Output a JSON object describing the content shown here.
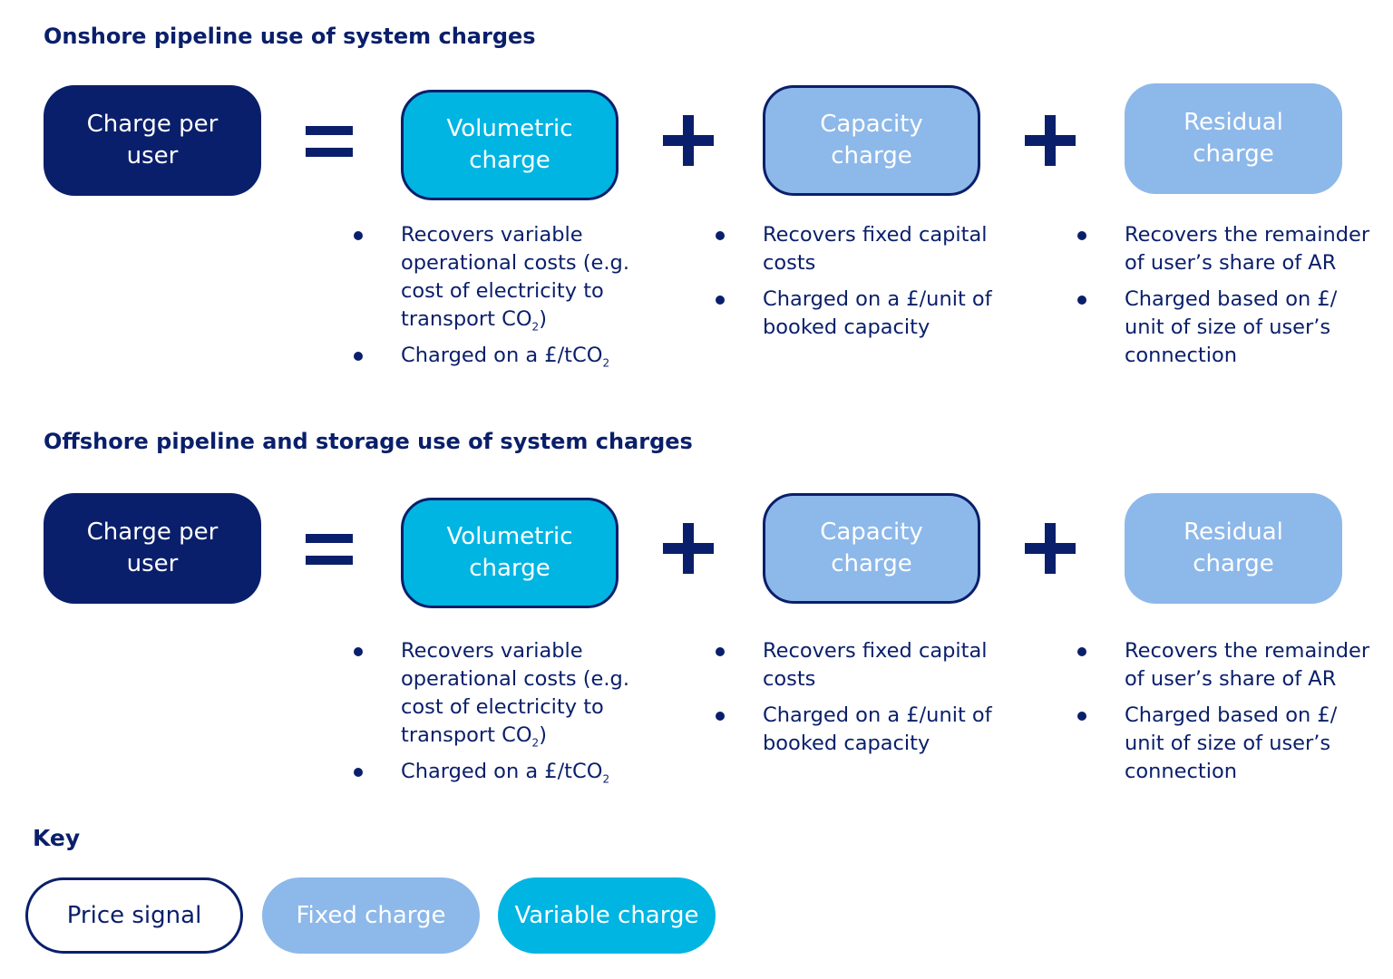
{
  "sections": [
    {
      "title": "Onshore pipeline use of system charges",
      "total_label": "Charge per user",
      "components": [
        {
          "label": "Volumetric charge",
          "bullets": [
            {
              "text": "Recovers variable operational costs (e.g. cost of electricity to transport CO",
              "sub": "2",
              "after": ")"
            },
            {
              "text": "Charged on a £/tCO",
              "sub": "2",
              "after": ""
            }
          ]
        },
        {
          "label": "Capacity charge",
          "bullets": [
            {
              "text": "Recovers fixed capital costs",
              "sub": "",
              "after": ""
            },
            {
              "text": "Charged on a £/unit of booked capacity",
              "sub": "",
              "after": ""
            }
          ]
        },
        {
          "label": "Residual charge",
          "bullets": [
            {
              "text": "Recovers the remainder of user’s share of AR",
              "sub": "",
              "after": ""
            },
            {
              "text": "Charged based on £/ unit of size of user’s connection",
              "sub": "",
              "after": ""
            }
          ]
        }
      ]
    },
    {
      "title": "Offshore pipeline and storage use of system charges",
      "total_label": "Charge per user",
      "components": [
        {
          "label": "Volumetric charge",
          "bullets": [
            {
              "text": "Recovers variable operational costs (e.g. cost of electricity to transport CO",
              "sub": "2",
              "after": ")"
            },
            {
              "text": "Charged on a £/tCO",
              "sub": "2",
              "after": ""
            }
          ]
        },
        {
          "label": "Capacity charge",
          "bullets": [
            {
              "text": "Recovers fixed capital costs",
              "sub": "",
              "after": ""
            },
            {
              "text": "Charged on a £/unit of booked capacity",
              "sub": "",
              "after": ""
            }
          ]
        },
        {
          "label": "Residual charge",
          "bullets": [
            {
              "text": "Recovers the remainder of user’s share of AR",
              "sub": "",
              "after": ""
            },
            {
              "text": "Charged based on £/ unit of size of user’s connection",
              "sub": "",
              "after": ""
            }
          ]
        }
      ]
    }
  ],
  "key": {
    "title": "Key",
    "items": [
      "Price signal",
      "Fixed charge",
      "Variable charge"
    ]
  },
  "colors": {
    "navy": "#0a1f6b",
    "cyan": "#00b5e2",
    "light_blue": "#8db8ea"
  }
}
